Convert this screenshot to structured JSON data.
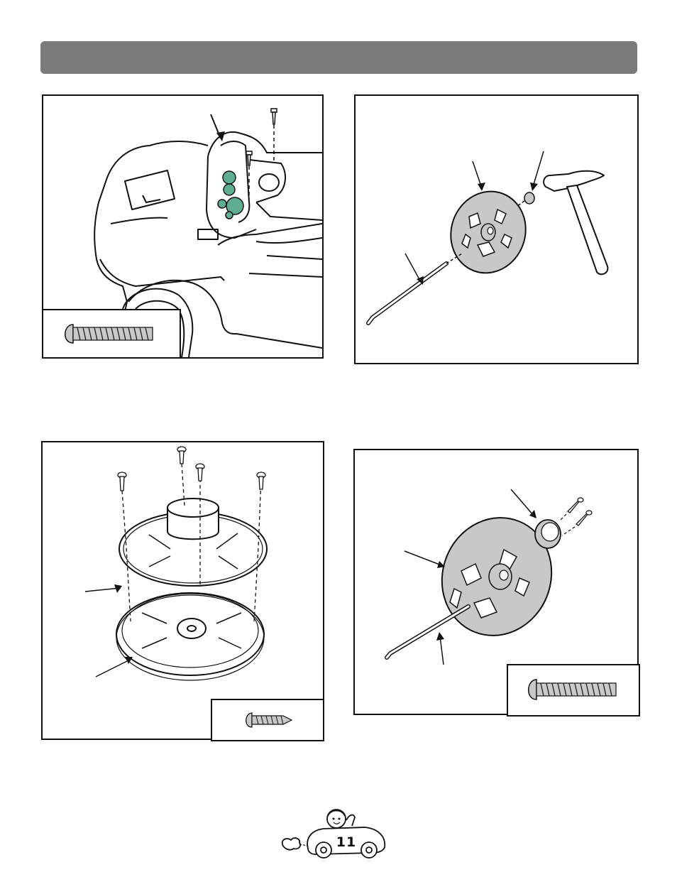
{
  "page": {
    "page_number": "11",
    "header_color": "#7a7a7a",
    "dial_color": "#5fae8f",
    "part_fill": "#c8c8c8"
  },
  "figures": [
    {
      "id": "step-1",
      "subject": "dashboard-with-screws",
      "inset": "screw-long"
    },
    {
      "id": "step-2",
      "subject": "steering-wheel-hammer-cap"
    },
    {
      "id": "step-3",
      "subject": "steering-column-and-base-screws",
      "inset": "screw-short"
    },
    {
      "id": "step-4",
      "subject": "steering-wheel-hub-cap-screws",
      "inset": "screw-long"
    }
  ]
}
